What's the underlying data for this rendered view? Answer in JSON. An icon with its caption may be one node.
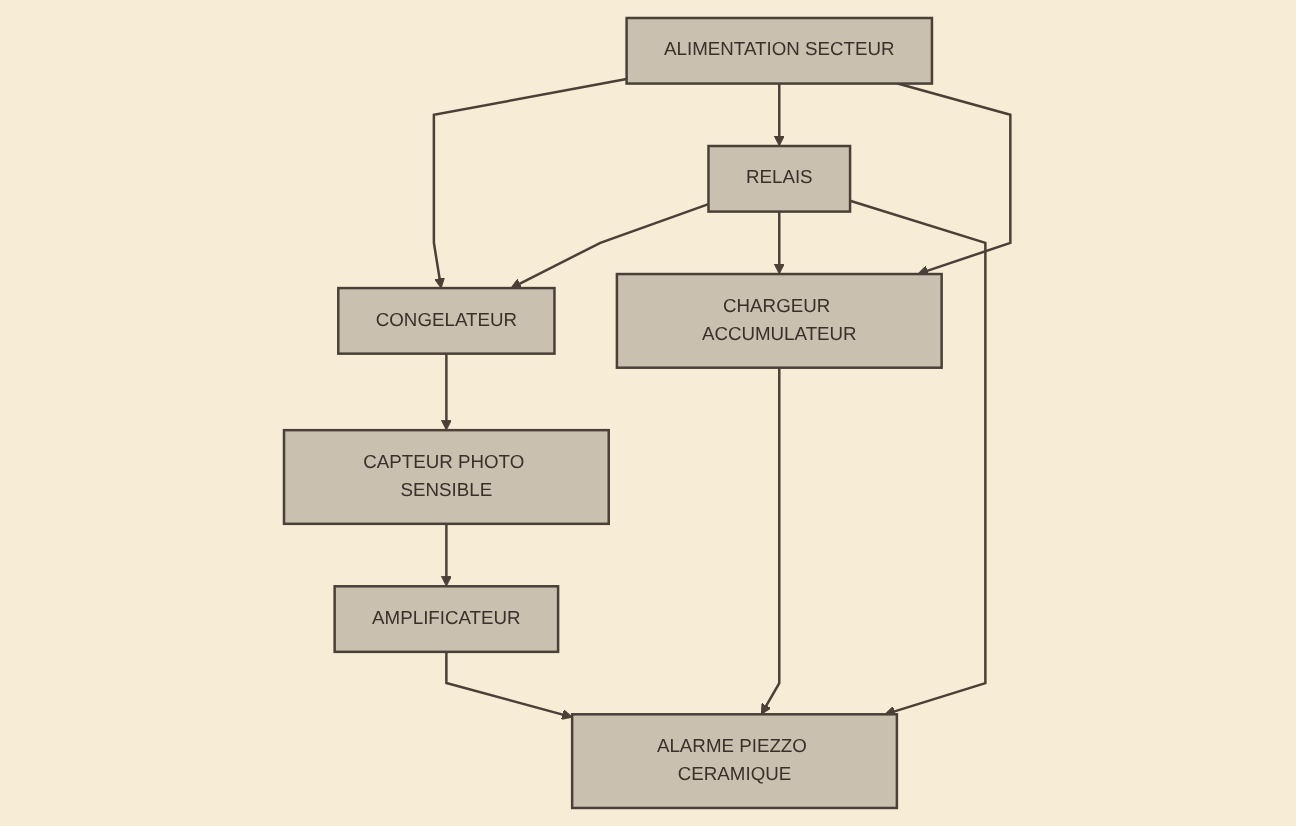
{
  "diagram": {
    "nodes": [
      {
        "text": [
          "ALIMENTATION SECTEUR"
        ]
      },
      {
        "text": [
          "RELAIS"
        ]
      },
      {
        "text": [
          "CONGELATEUR"
        ]
      },
      {
        "text": [
          "CHARGEUR ACCUMULATEUR"
        ]
      },
      {
        "text": [
          "CAPTEUR PHOTO SENSIBLE"
        ]
      },
      {
        "text": [
          "ALARME PIEZZO CERAMIQUE"
        ]
      },
      {
        "text": [
          "AMPLIFICATEUR"
        ]
      }
    ],
    "edges": [
      {
        "from": 0,
        "to": 2,
        "arrow": "to"
      },
      {
        "from": 0,
        "to": 1,
        "arrow": "to"
      },
      {
        "from": 1,
        "to": 2,
        "arrow": "to"
      },
      {
        "from": 0,
        "to": 3,
        "arrow": "to"
      },
      {
        "from": 1,
        "to": 3,
        "arrow": "to"
      },
      {
        "from": 1,
        "to": 5,
        "arrow": "to"
      },
      {
        "from": 2,
        "to": 4,
        "arrow": "to"
      },
      {
        "from": 3,
        "to": 5,
        "arrow": "to"
      },
      {
        "from": 4,
        "to": 6,
        "arrow": "to"
      },
      {
        "from": 6,
        "to": 5,
        "arrow": "to"
      }
    ]
  }
}
